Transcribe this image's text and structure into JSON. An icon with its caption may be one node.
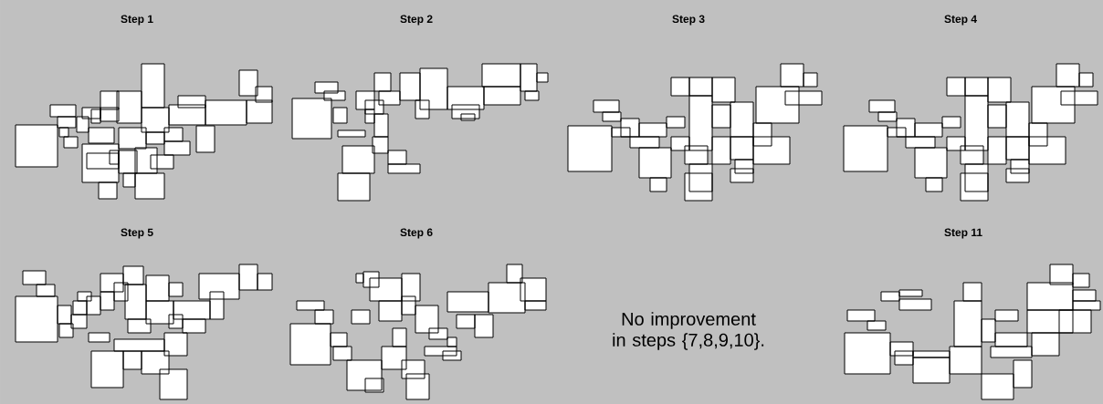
{
  "diagram": {
    "labels": [
      "Step 1",
      "Step 2",
      "Step 3",
      "Step 4",
      "Step 5",
      "Step 6",
      "No improvement in steps {7,8,9,10}.",
      "Step 11"
    ]
  }
}
